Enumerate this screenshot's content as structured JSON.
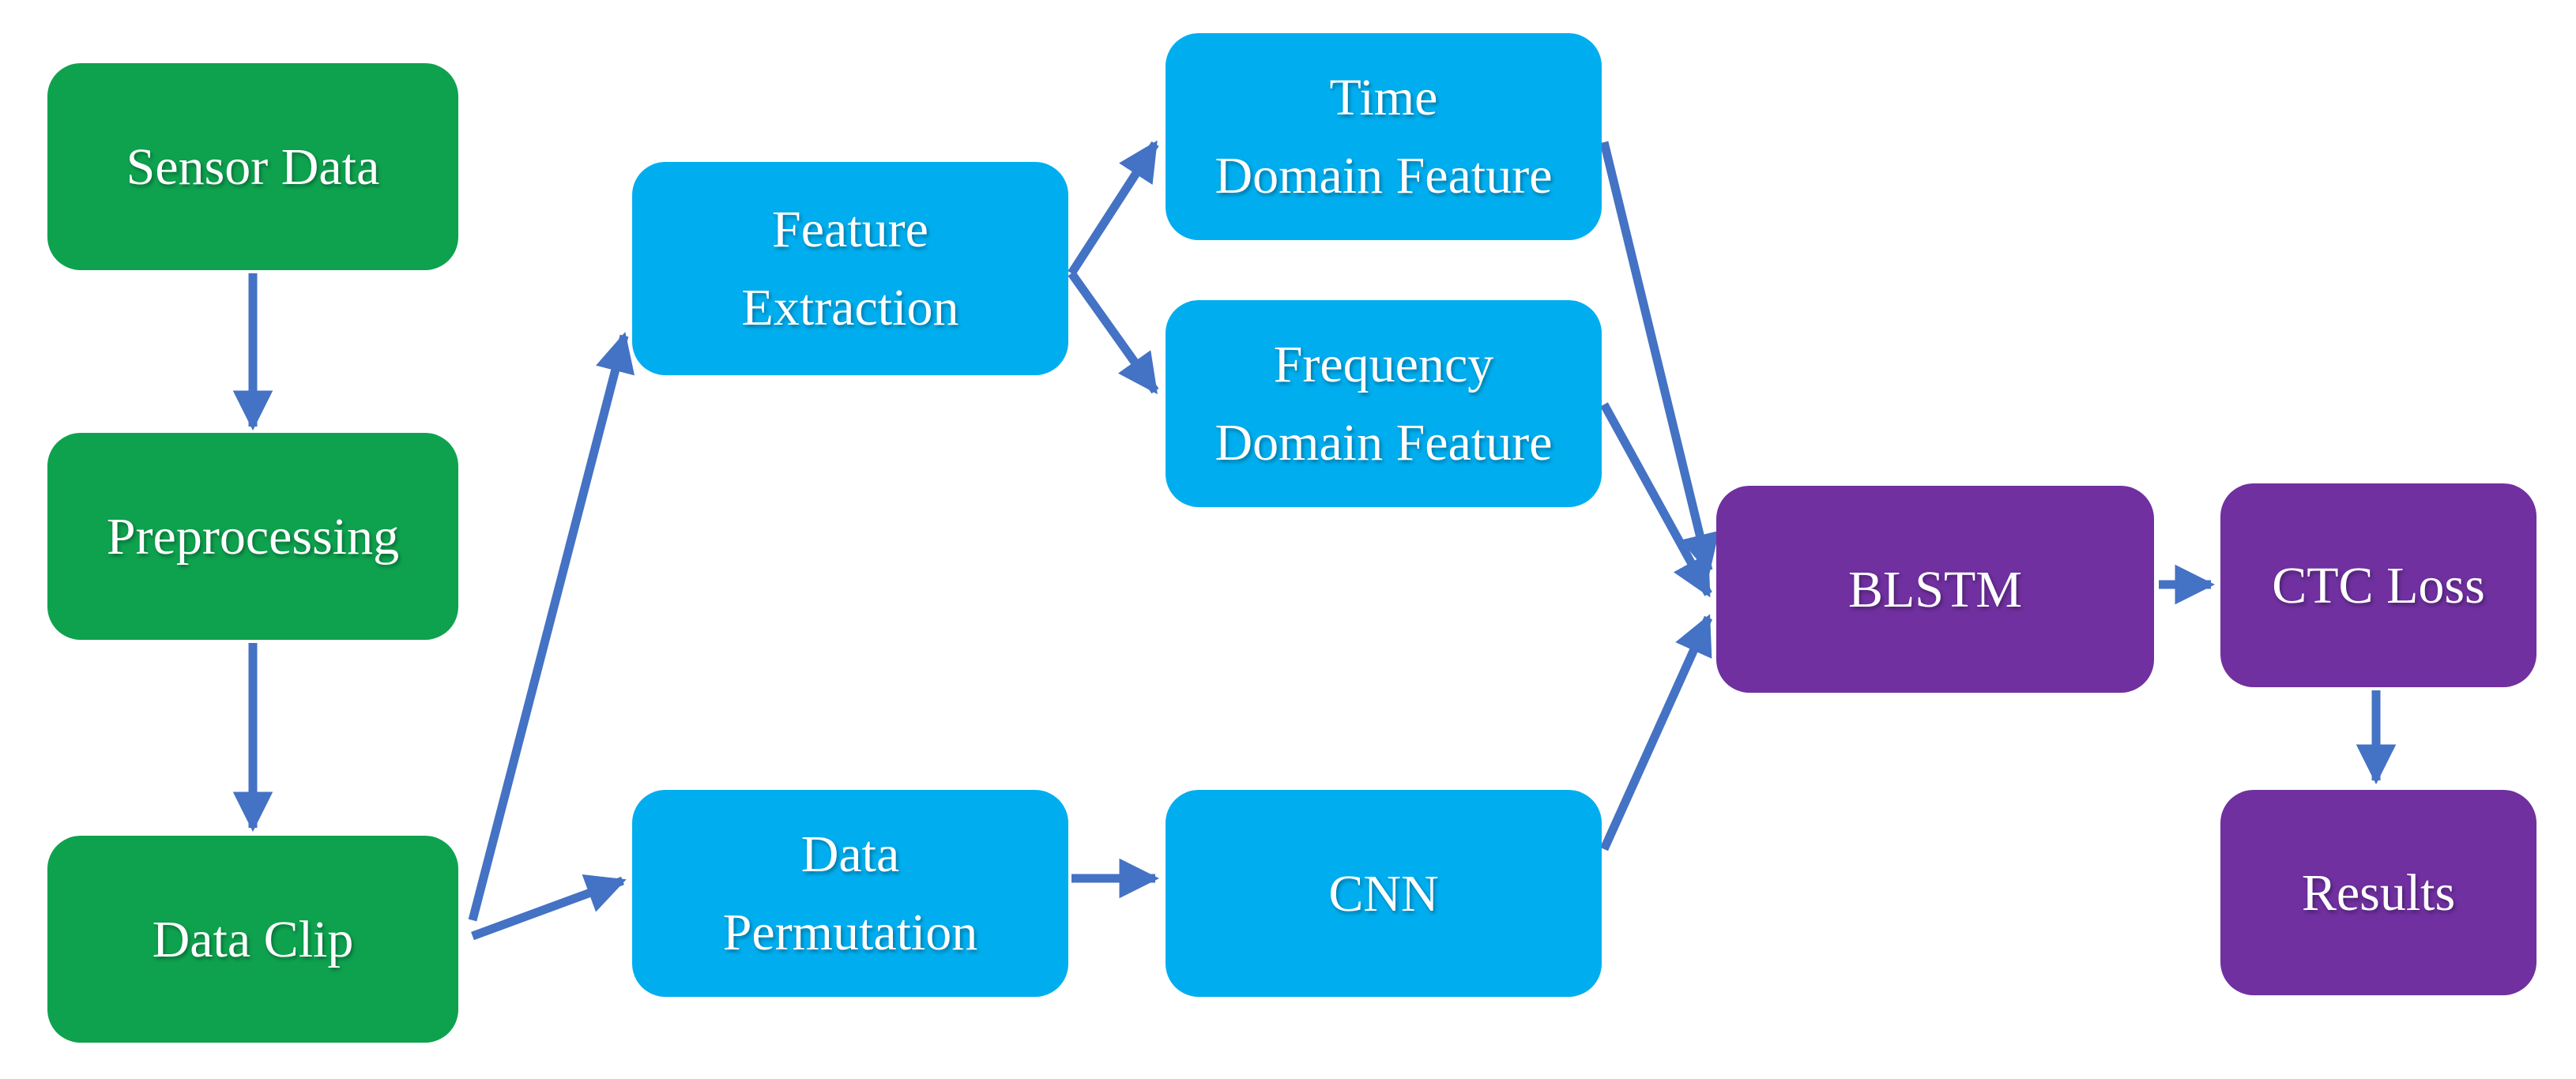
{
  "diagram": {
    "type": "flowchart",
    "background": "#FFFFFF",
    "colors": {
      "input_stage_fill": "#0EA24F",
      "feature_stage_fill": "#00AEEF",
      "model_stage_fill": "#7030A0",
      "arrow": "#4472C4",
      "label_text": "#FFFFFF"
    },
    "nodes": {
      "sensor_data": {
        "label": "Sensor Data"
      },
      "preprocessing": {
        "label": "Preprocessing"
      },
      "data_clip": {
        "label": "Data Clip"
      },
      "feature_extraction": {
        "label": "Feature\nExtraction"
      },
      "time_domain_feature": {
        "label": "Time\nDomain Feature"
      },
      "frequency_domain_feature": {
        "label": "Frequency\nDomain Feature"
      },
      "data_permutation": {
        "label": "Data\nPermutation"
      },
      "cnn": {
        "label": "CNN"
      },
      "blstm": {
        "label": "BLSTM"
      },
      "ctc_loss": {
        "label": "CTC Loss"
      },
      "results": {
        "label": "Results"
      }
    },
    "edges": [
      {
        "from": "sensor_data",
        "to": "preprocessing"
      },
      {
        "from": "preprocessing",
        "to": "data_clip"
      },
      {
        "from": "data_clip",
        "to": "feature_extraction"
      },
      {
        "from": "data_clip",
        "to": "data_permutation"
      },
      {
        "from": "feature_extraction",
        "to": "time_domain_feature"
      },
      {
        "from": "feature_extraction",
        "to": "frequency_domain_feature"
      },
      {
        "from": "time_domain_feature",
        "to": "blstm"
      },
      {
        "from": "frequency_domain_feature",
        "to": "blstm"
      },
      {
        "from": "data_permutation",
        "to": "cnn"
      },
      {
        "from": "cnn",
        "to": "blstm"
      },
      {
        "from": "blstm",
        "to": "ctc_loss"
      },
      {
        "from": "ctc_loss",
        "to": "results"
      }
    ]
  }
}
